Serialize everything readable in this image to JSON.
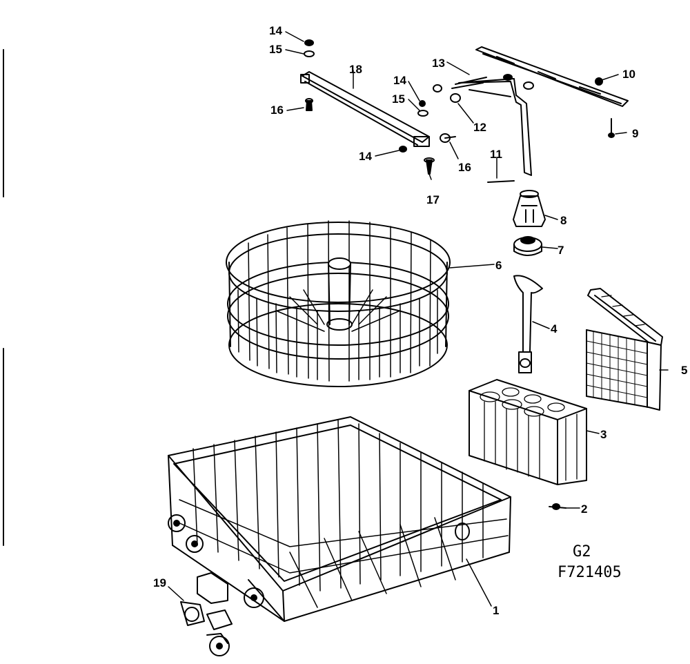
{
  "diagram": {
    "drawing_code": "G2",
    "part_number": "F721405",
    "callouts": [
      "1",
      "2",
      "3",
      "4",
      "5",
      "6",
      "7",
      "8",
      "9",
      "10",
      "11",
      "12",
      "13",
      "14",
      "14",
      "14",
      "15",
      "15",
      "16",
      "16",
      "17",
      "18",
      "19"
    ]
  },
  "colors": {
    "ink": "#000000",
    "paper": "#ffffff"
  }
}
